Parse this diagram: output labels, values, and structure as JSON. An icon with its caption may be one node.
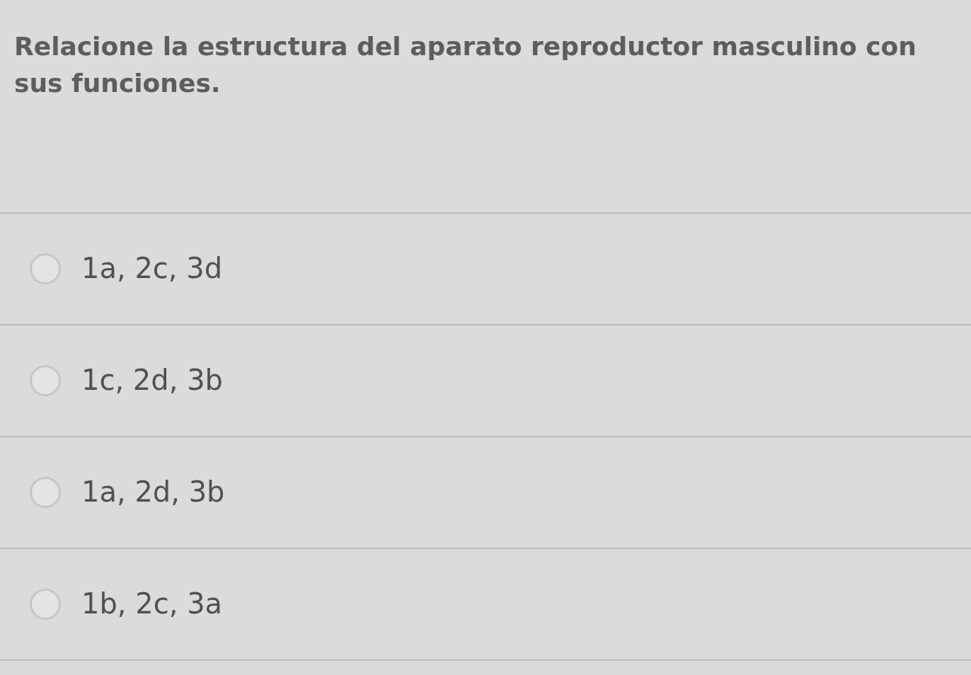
{
  "diagram": {
    "title": "Relacione la estructura del aparato reproductor masculino con sus funciones.",
    "labels": [
      "1a, 2c, 3d",
      "1c, 2d, 3b",
      "1a, 2d, 3b",
      "1b, 2c, 3a"
    ]
  }
}
